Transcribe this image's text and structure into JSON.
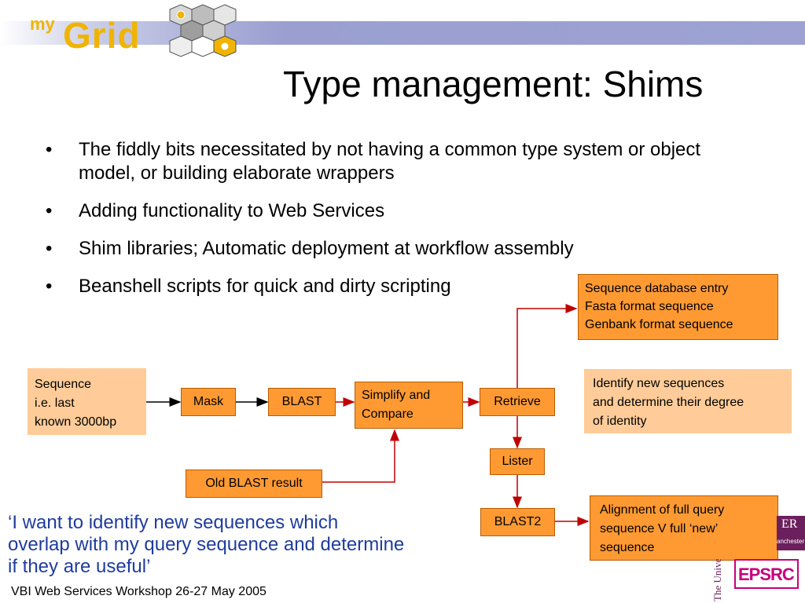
{
  "logo": {
    "prefix": "my",
    "name": "Grid"
  },
  "slide": {
    "title": "Type management: Shims",
    "bullets": [
      "The fiddly bits necessitated by not having a common type system or object model, or building elaborate wrappers",
      "Adding functionality to Web Services",
      "Shim libraries; Automatic deployment at workflow assembly",
      "Beanshell scripts for quick and dirty scripting"
    ],
    "quote": "‘I want to identify new sequences which\noverlap with my query sequence and determine\nif they are useful’",
    "footer": "VBI Web Services Workshop 26-27 May 2005"
  },
  "diagram": {
    "sequence": "Sequence\ni.e. last\nknown 3000bp",
    "mask": "Mask",
    "blast": "BLAST",
    "simplify": "Simplify and\nCompare",
    "retrieve": "Retrieve",
    "lister": "Lister",
    "blast2": "BLAST2",
    "old_blast": "Old BLAST result",
    "formats": "Sequence database entry\nFasta format sequence\nGenbank format sequence",
    "identify_note": "Identify new sequences\nand determine their degree\nof identity",
    "alignment": "Alignment of full query\nsequence V full ‘new’\nsequence"
  },
  "sponsors": {
    "epsrc": "EPSRC",
    "university": "The University of Manchester",
    "er": "ER",
    "manchester": "anchester"
  },
  "colors": {
    "box_orange": "#ff9a33",
    "box_peach": "#ffcc99",
    "quote_blue": "#1f3c9c",
    "arrow_red": "#c00000",
    "logo_gold": "#f0b400",
    "band_blue": "#9da2d2"
  }
}
